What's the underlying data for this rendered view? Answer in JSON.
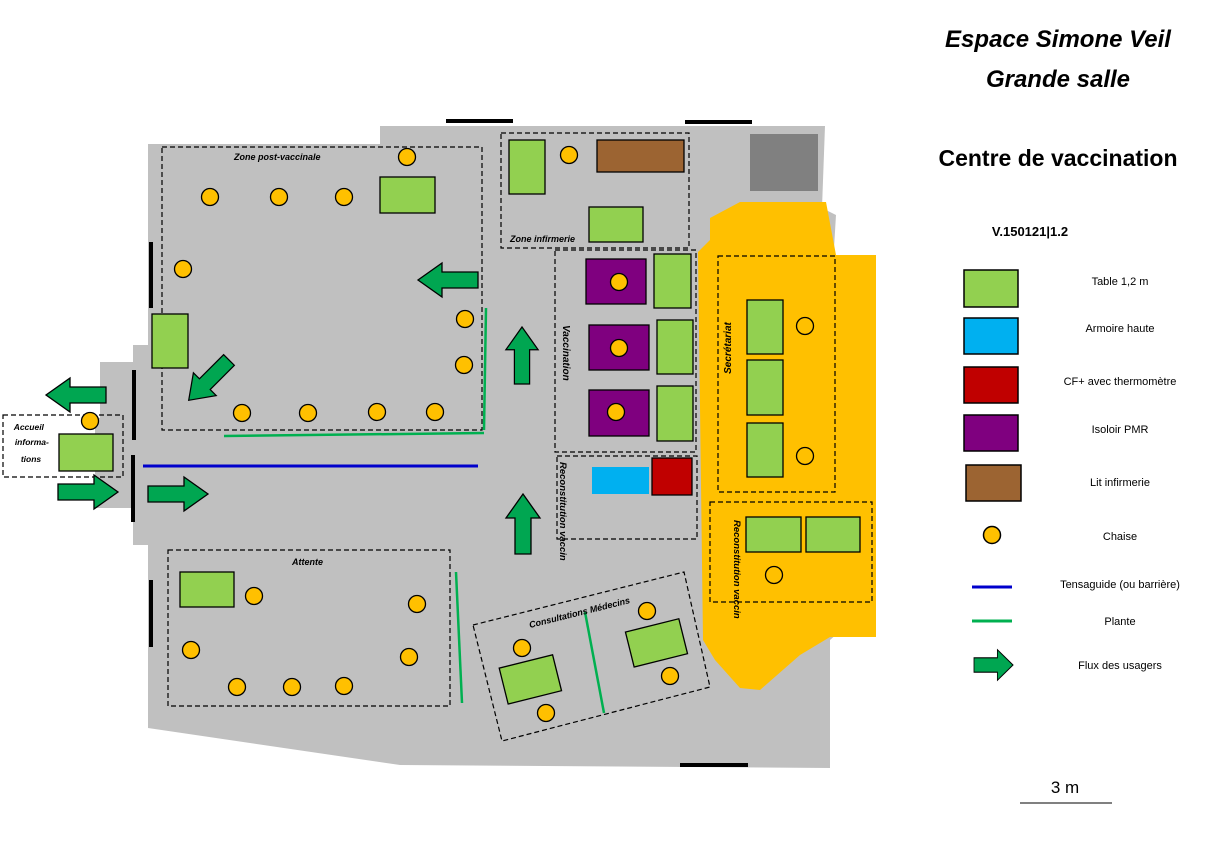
{
  "title": {
    "line1": "Espace Simone Veil",
    "line2": "Grande salle",
    "subtitle": "Centre de vaccination",
    "version": "V.150121|1.2"
  },
  "zones": {
    "post_vaccinale": "Zone post-vaccinale",
    "infirmerie": "Zone infirmerie",
    "vaccination": "Vaccination",
    "reconstitution_1": "Reconstitution vaccin",
    "secretariat": "Secrétariat",
    "reconstitution_2": "Reconstitution vaccin",
    "attente": "Attente",
    "consultations": "Consultations Médecins",
    "accueil": [
      "Accueil",
      "informa-",
      "tions"
    ]
  },
  "legend": {
    "table": "Table 1,2 m",
    "armoire": "Armoire haute",
    "cf": "CF+ avec thermomètre",
    "isoloir": "Isoloir PMR",
    "lit": "Lit infirmerie",
    "chaise": "Chaise",
    "tensaguide": "Tensaguide (ou barrière)",
    "plante": "Plante",
    "flux": "Flux des usagers"
  },
  "scale": "3 m",
  "colors": {
    "floor": "#c0c0c0",
    "secretariat": "#ffc000",
    "table": "#92d050",
    "armoire": "#00b0f0",
    "cf": "#c00000",
    "isoloir": "#7f007f",
    "lit": "#9c6432",
    "chaise": "#ffc000",
    "tensaguide": "#0000cc",
    "plante": "#00b050",
    "flux": "#00a651",
    "dark_grey": "#808080"
  }
}
